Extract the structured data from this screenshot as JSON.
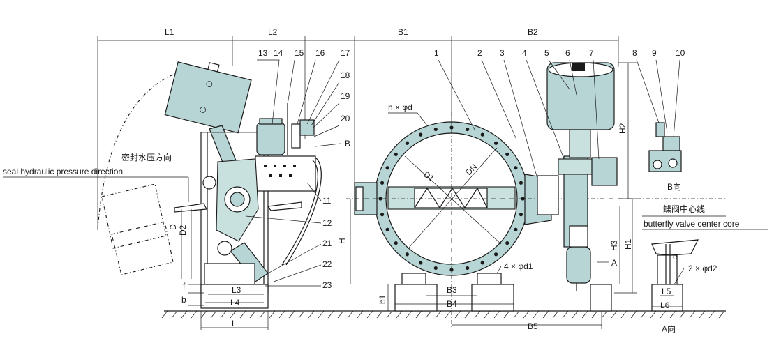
{
  "dimensions": {
    "L1": "L1",
    "L2": "L2",
    "B1": "B1",
    "B2": "B2",
    "H": "H",
    "H1": "H1",
    "H2": "H2",
    "H3": "H3",
    "D": "D",
    "D2": "D2",
    "f": "f",
    "b": "b",
    "b1": "b1",
    "L": "L",
    "L3": "L3",
    "L4": "L4",
    "L5": "L5",
    "L6": "L6",
    "B3": "B3",
    "B4": "B4",
    "B5": "B5",
    "e": "e",
    "D1": "D1",
    "DN": "DN",
    "nxphid": "n × φd",
    "fourxphid1": "4 × φd1",
    "twoxphid2": "2 × φd2",
    "A": "A",
    "B": "B"
  },
  "part_numbers": [
    "1",
    "2",
    "3",
    "4",
    "5",
    "6",
    "7",
    "8",
    "9",
    "10",
    "11",
    "12",
    "13",
    "14",
    "15",
    "16",
    "17",
    "18",
    "19",
    "20",
    "21",
    "22",
    "23"
  ],
  "labels": {
    "seal_cn": "密封水压方向",
    "seal_en": "seal hydraulic pressure direction",
    "center_cn": "蝶阀中心线",
    "center_en": "butterfly valve center core",
    "view_b": "B向",
    "view_a": "A向"
  },
  "colors": {
    "body_fill": "#b6d5d4",
    "line": "#1a1a1a",
    "background": "#ffffff"
  }
}
